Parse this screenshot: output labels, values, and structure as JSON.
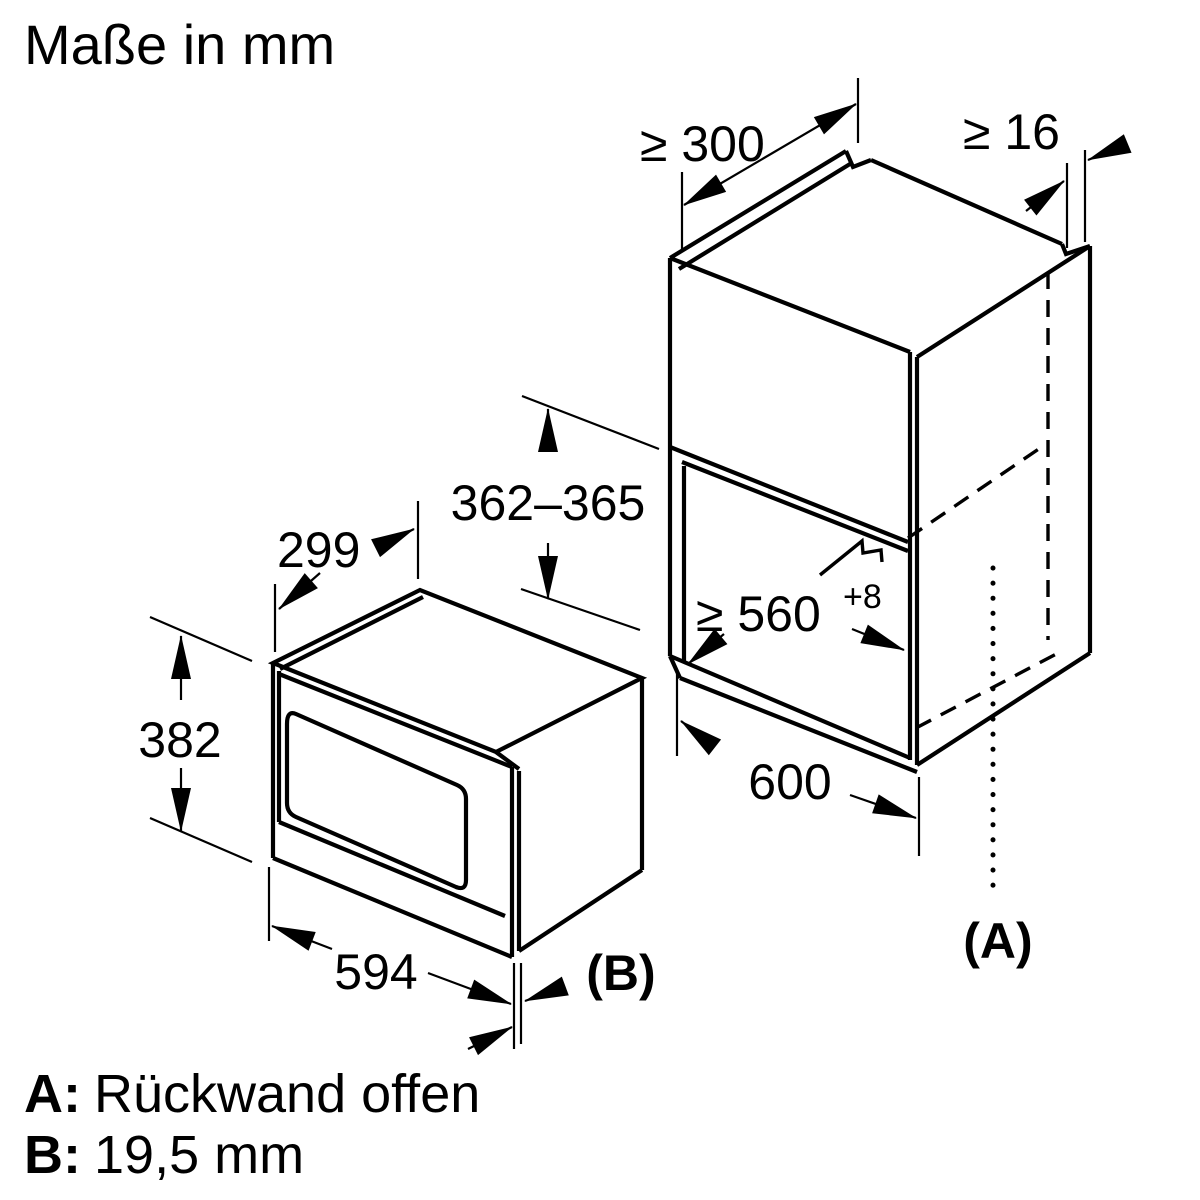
{
  "title": "Maße in mm",
  "colors": {
    "line": "#000000",
    "background": "#ffffff",
    "text": "#000000"
  },
  "cabinet_drawing": {
    "dim_min_top_clearance": "≥ 300",
    "dim_min_side_panel": "≥ 16",
    "dim_niche_height": "362–365",
    "dim_min_niche_width": "≥ 560",
    "dim_niche_width_tolerance": "+8",
    "dim_cabinet_depth": "600",
    "callout_back": "(A)"
  },
  "appliance_drawing": {
    "dim_top_depth": "299",
    "dim_height": "382",
    "dim_width": "594",
    "callout_front_overhang": "(B)"
  },
  "legend": {
    "a_key": "A:",
    "a_value": "Rückwand offen",
    "b_key": "B:",
    "b_value": "19,5 mm"
  }
}
